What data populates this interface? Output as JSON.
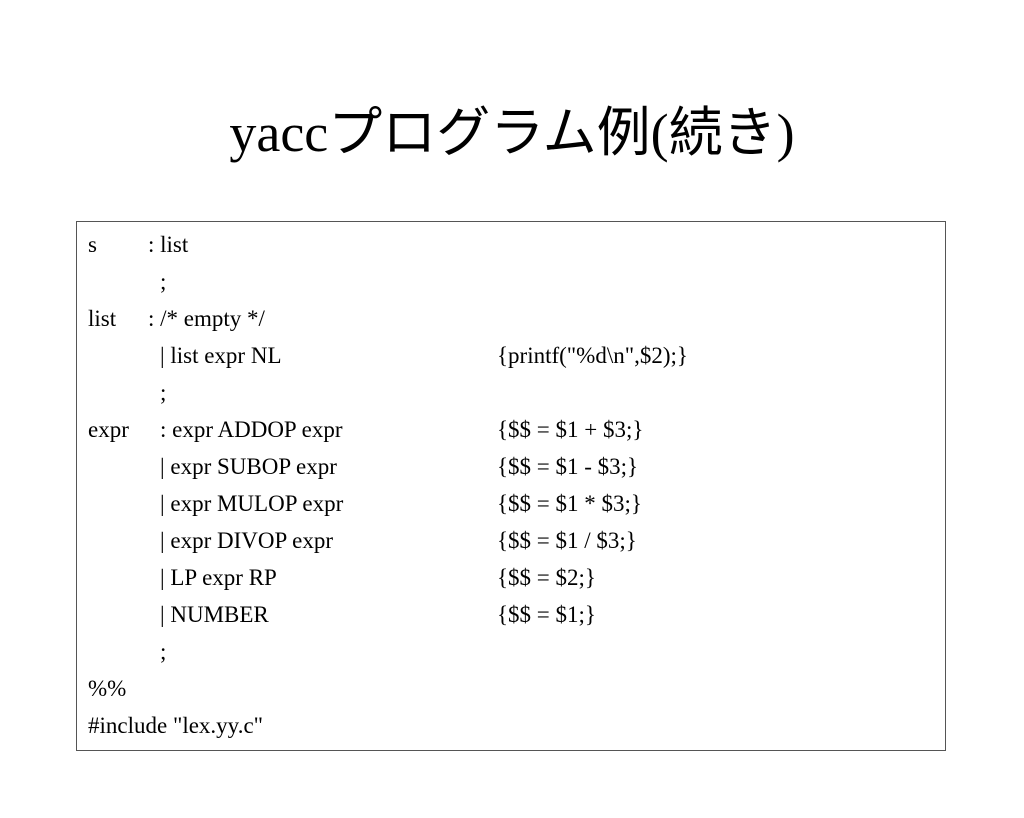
{
  "slide": {
    "title": "yaccプログラム例(続き)"
  },
  "code": {
    "lines": [
      {
        "label": "s",
        "rule": ": list",
        "action": ""
      },
      {
        "label": "",
        "rule": ";",
        "action": ""
      },
      {
        "label": "list",
        "rule": ": /* empty */",
        "action": ""
      },
      {
        "label": "",
        "rule": "| list expr NL",
        "action": "{printf(\"%d\\n\",$2);}"
      },
      {
        "label": "",
        "rule": ";",
        "action": ""
      },
      {
        "label": "expr",
        "rule": ": expr ADDOP expr",
        "action": "{$$ = $1 + $3;}"
      },
      {
        "label": "",
        "rule": "| expr SUBOP expr",
        "action": "{$$ = $1 - $3;}"
      },
      {
        "label": "",
        "rule": "| expr MULOP expr",
        "action": "{$$ = $1 * $3;}"
      },
      {
        "label": "",
        "rule": "| expr DIVOP expr",
        "action": "{$$ = $1 / $3;}"
      },
      {
        "label": "",
        "rule": "| LP expr RP",
        "action": "{$$ = $2;}"
      },
      {
        "label": "",
        "rule": "| NUMBER",
        "action": "{$$ = $1;}"
      },
      {
        "label": "",
        "rule": ";",
        "action": ""
      },
      {
        "label": "%%",
        "rule": "",
        "action": ""
      },
      {
        "label": "#include \"lex.yy.c\"",
        "rule": "",
        "action": ""
      }
    ]
  }
}
